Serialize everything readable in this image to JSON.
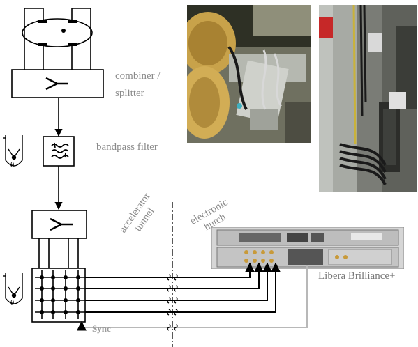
{
  "labels": {
    "combiner": "combiner /",
    "splitter": "splitter",
    "bandpass": "bandpass filter",
    "tunnel_line1": "accelerator",
    "tunnel_line2": "tunnel",
    "hutch_line1": "electronic",
    "hutch_line2": "hutch",
    "libera": "Libera Brilliance+",
    "sync": "Sync",
    "theta_top": "θ",
    "theta_bottom": "θ"
  },
  "colors": {
    "line": "#000000",
    "label_gray": "#8a8a8a",
    "sync_line": "#b8b8b8",
    "rack_silver": "#c8c8c8",
    "connector_gold": "#c89a3a"
  },
  "icons": [
    "bandpass-filter-icon",
    "combiner-splitter-icon",
    "thermometer-icon",
    "lightning-icon"
  ]
}
